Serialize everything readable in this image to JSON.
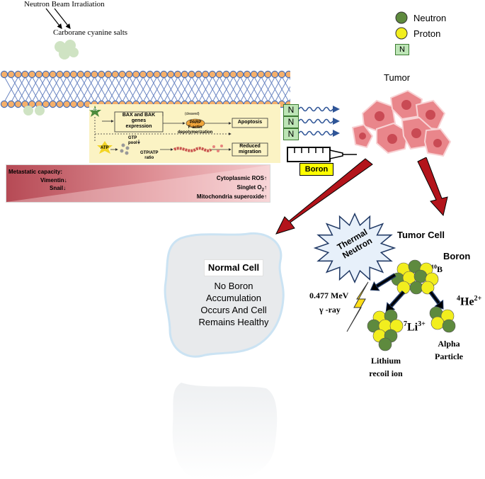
{
  "header": {
    "irradiation": "Neutron Beam Irradiation",
    "salts": "Carborane cyanine  salts"
  },
  "legend": {
    "neutron": "Neutron",
    "proton": "Proton",
    "n_symbol": "N",
    "neutron_color": "#5e8a3e",
    "proton_color": "#f2ee1e"
  },
  "tumor_label": "Tumor",
  "boron_label": "Boron",
  "n_box": "N",
  "pathway": {
    "ros": "ROS",
    "bax": "BAX and BAK",
    "genes": "genes",
    "expression": "expression",
    "cleaved": "(cleaved)",
    "parp": "PARP",
    "apoptosis": "Apoptosis",
    "factin1": "F-actin",
    "factin2": "depolymerization",
    "atp": "ATP",
    "gtp1": "GTP",
    "gtp2": "pool",
    "ratio1": "GTP/ATP",
    "ratio2": "ratio",
    "reduced1": "Reduced",
    "reduced2": "migration"
  },
  "metastatic": {
    "title": "Metastatic capacity:",
    "vimentin": "Vimentin",
    "snail": "Snail",
    "cyto_ros": "Cytoplasmic ROS",
    "singlet": "Singlet O",
    "singlet_sub": "2",
    "mito": "Mitochondria superoxide"
  },
  "normal_cell": {
    "title": "Normal Cell",
    "line1": "No Boron",
    "line2": "Accumulation",
    "line3": "Occurs And Cell",
    "line4": "Remains Healthy"
  },
  "thermal": {
    "line1": "Thermal",
    "line2": "Neutron"
  },
  "tumor_cell": "Tumor Cell",
  "boron_nucleus": {
    "label": "Boron",
    "isotope_mass": "10",
    "isotope": "B"
  },
  "gamma": {
    "energy": "0.477 MeV",
    "ray": "γ -ray"
  },
  "lithium": {
    "mass": "7",
    "symbol": "Li",
    "charge": "3+",
    "name1": "Lithium",
    "name2": "recoil ion"
  },
  "helium": {
    "mass": "4",
    "symbol": "He",
    "charge": "2+",
    "name1": "Alpha",
    "name2": "Particle"
  }
}
